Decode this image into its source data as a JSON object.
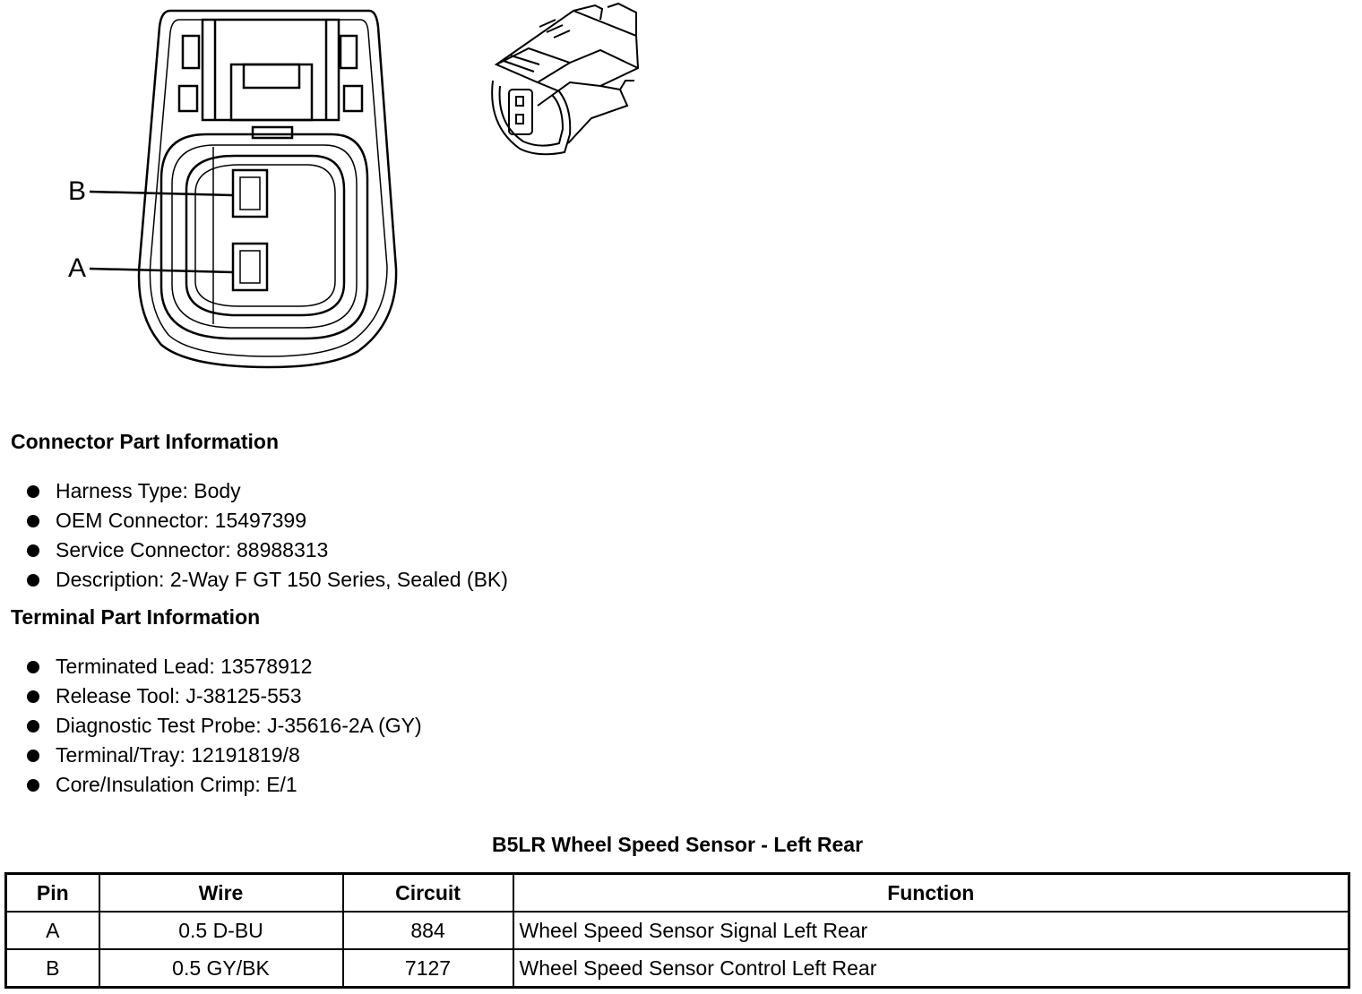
{
  "diagram": {
    "pin_labels": [
      "B",
      "A"
    ]
  },
  "connector_info": {
    "heading": "Connector Part Information",
    "items": [
      "Harness Type: Body",
      "OEM Connector: 15497399",
      "Service Connector: 88988313",
      "Description: 2-Way F GT 150 Series, Sealed (BK)"
    ]
  },
  "terminal_info": {
    "heading": "Terminal Part Information",
    "items": [
      "Terminated Lead: 13578912",
      "Release Tool: J-38125-553",
      "Diagnostic Test Probe: J-35616-2A (GY)",
      "Terminal/Tray: 12191819/8",
      "Core/Insulation Crimp: E/1"
    ]
  },
  "table": {
    "title": "B5LR Wheel Speed Sensor - Left Rear",
    "headers": [
      "Pin",
      "Wire",
      "Circuit",
      "Function"
    ],
    "rows": [
      [
        "A",
        "0.5 D-BU",
        "884",
        "Wheel Speed Sensor Signal Left Rear"
      ],
      [
        "B",
        "0.5 GY/BK",
        "7127",
        "Wheel Speed Sensor Control Left Rear"
      ]
    ]
  }
}
